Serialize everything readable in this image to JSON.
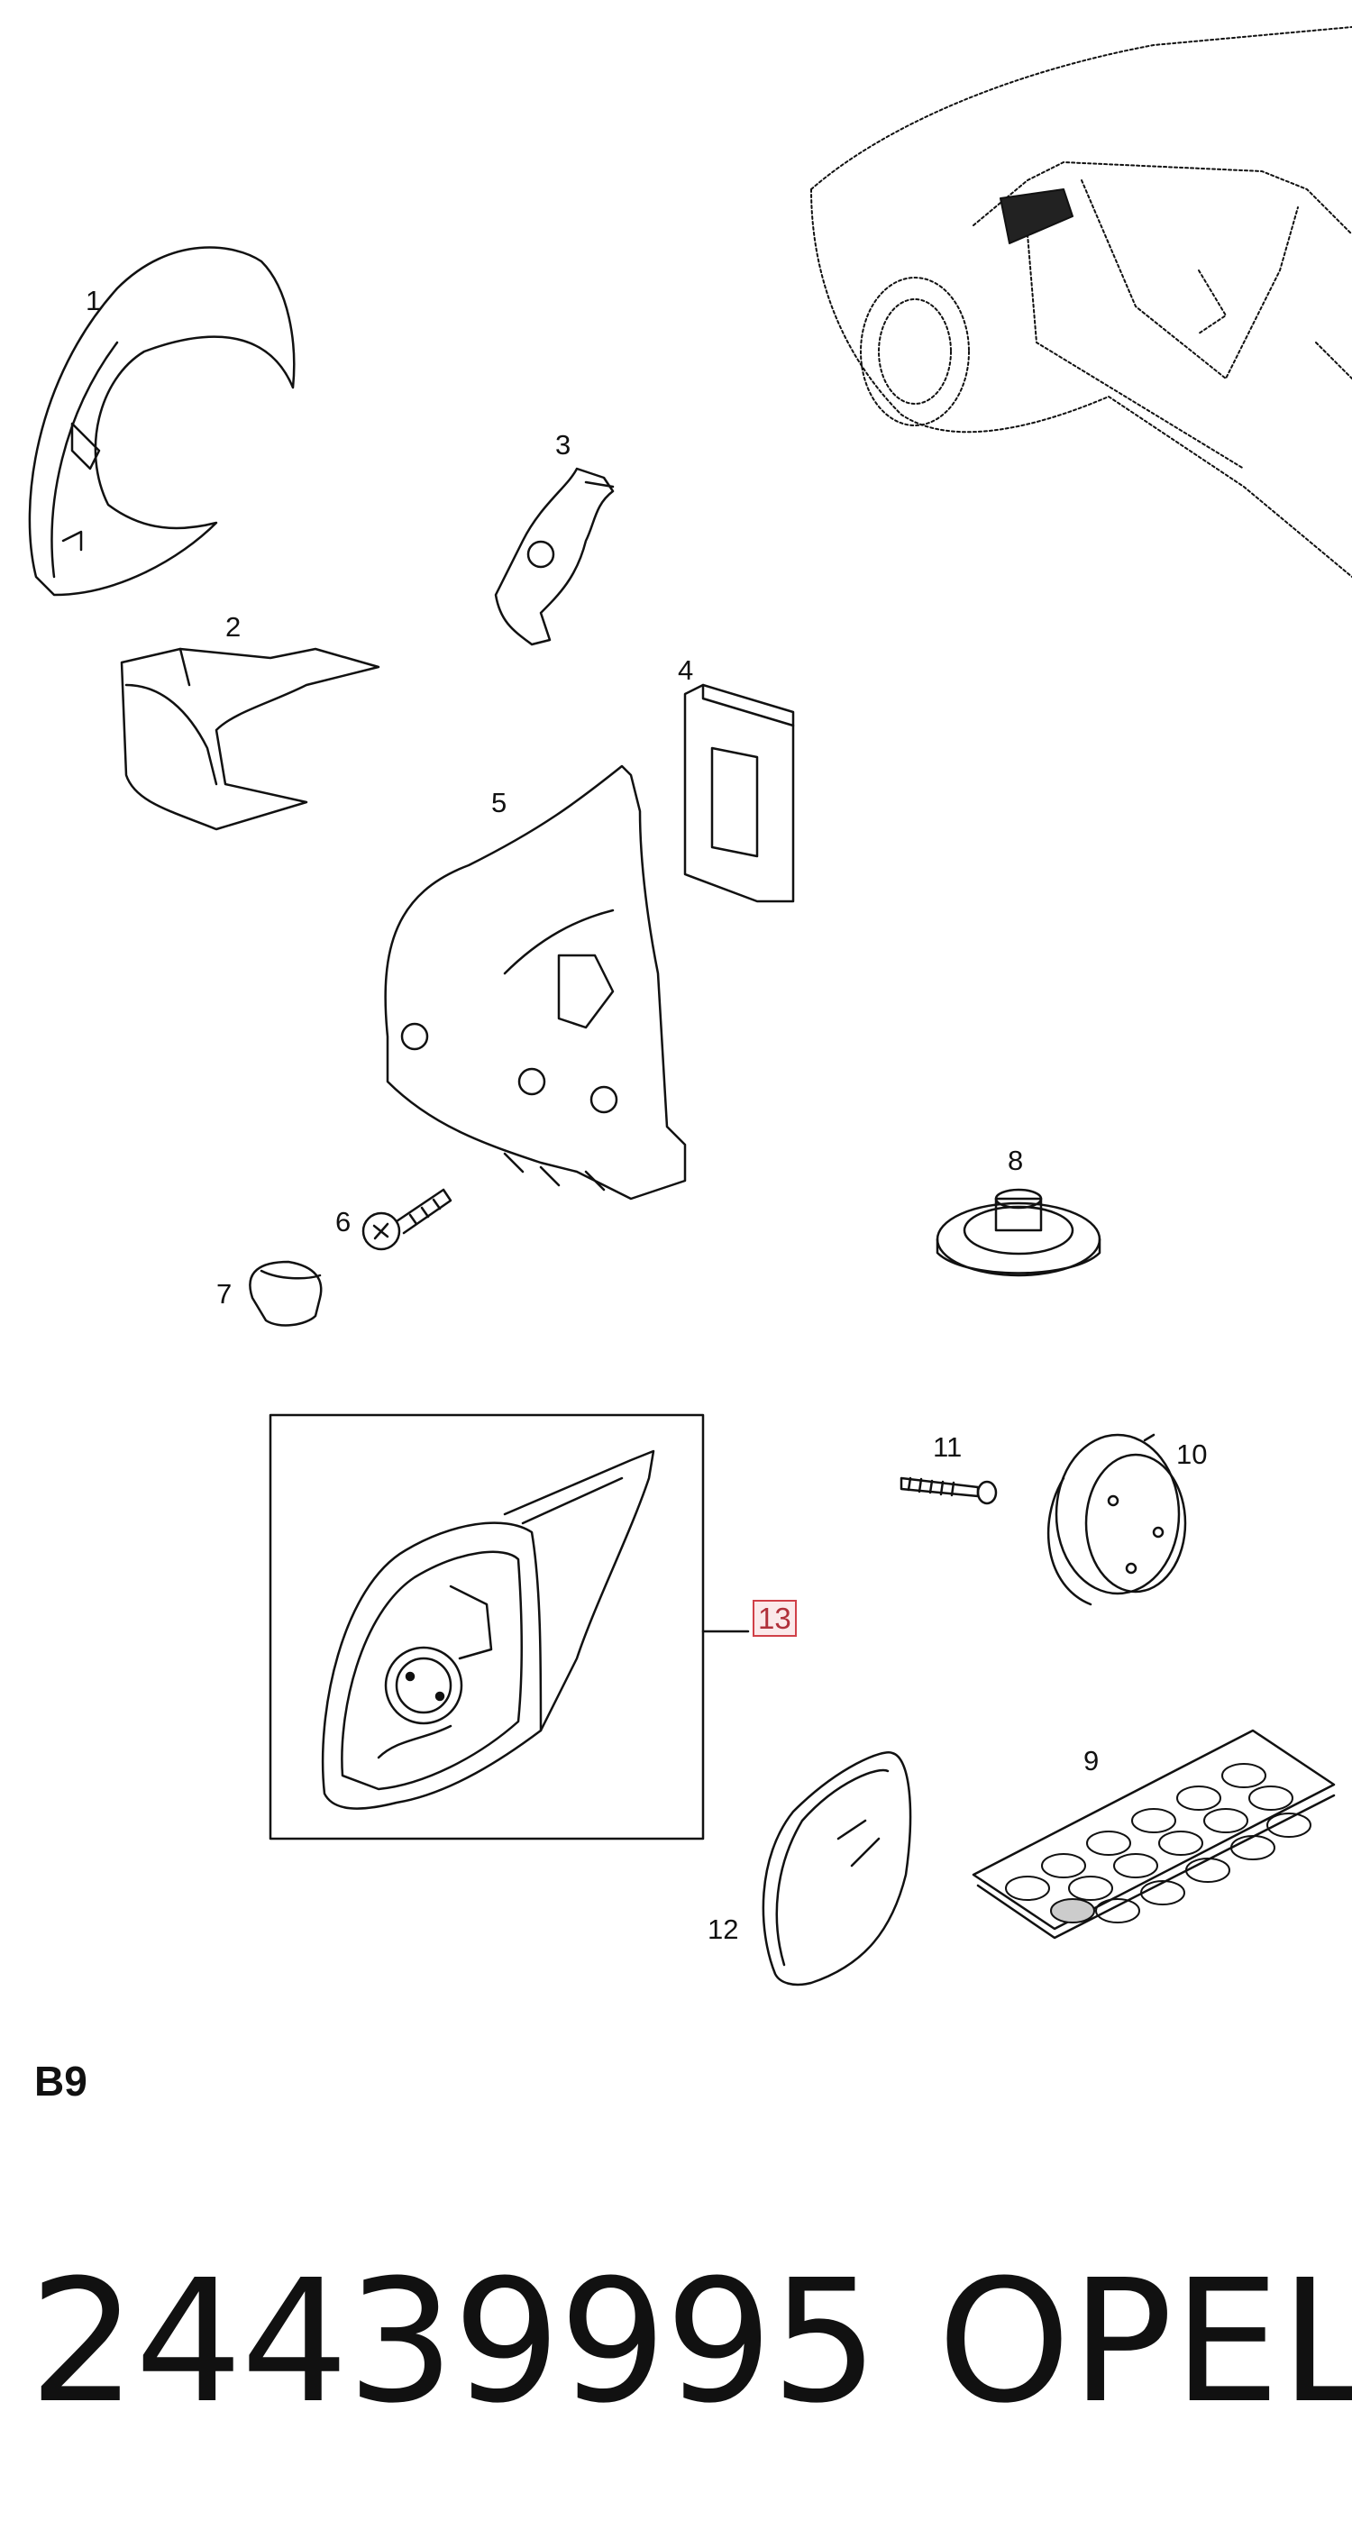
{
  "diagram": {
    "callouts": [
      "1",
      "2",
      "3",
      "4",
      "5",
      "6",
      "7",
      "8",
      "9",
      "10",
      "11",
      "12"
    ],
    "highlighted_callout": "13",
    "highlight_color": "#d04048"
  },
  "section_code": "B9",
  "part_number": "24439995",
  "brand": "OPEL"
}
